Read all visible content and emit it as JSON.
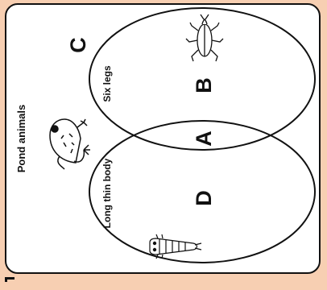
{
  "diagram": {
    "title": "Pond animals",
    "set_labels": {
      "top": "Six legs",
      "bottom": "Long thin body"
    },
    "regions": {
      "outside": "C",
      "top_only": "B",
      "overlap": "A",
      "bottom_only": "D"
    },
    "icons": [
      "frog-icon",
      "water-beetle-icon",
      "larva-icon"
    ],
    "colors": {
      "background": "#f7cfb2",
      "card": "#ffffff",
      "ink": "#111111"
    }
  }
}
